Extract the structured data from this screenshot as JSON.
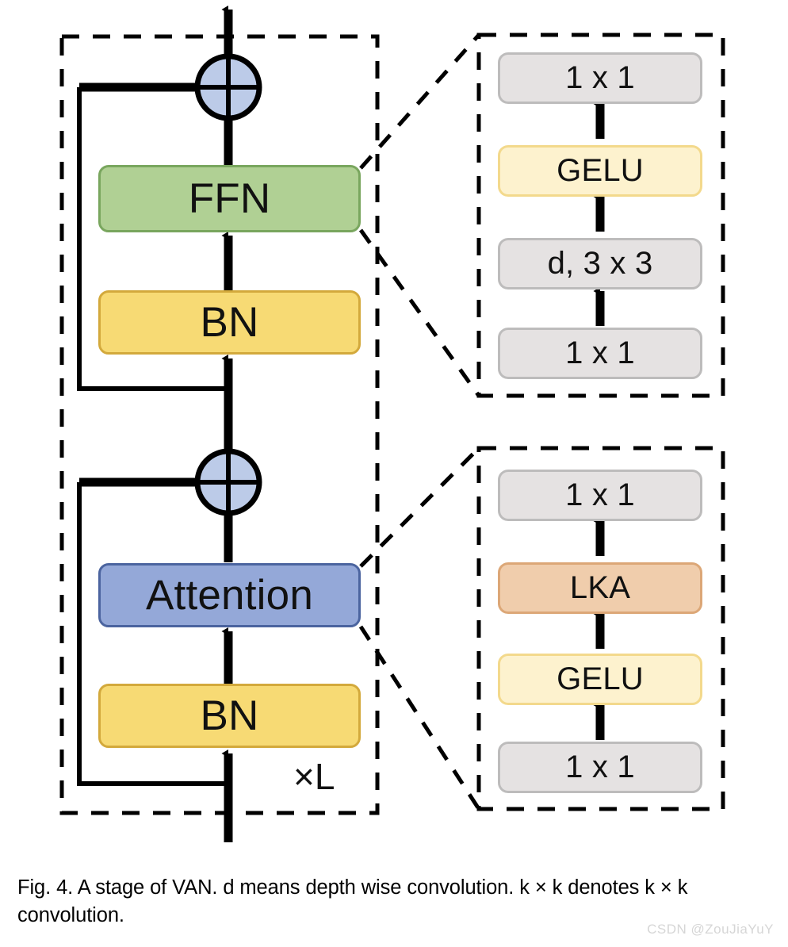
{
  "figure": {
    "caption": "Fig. 4. A stage of VAN. d means depth wise convolution. k × k denotes k × k convolution.",
    "watermark": "CSDN @ZouJiaYuY",
    "multiplier_label": "×L"
  },
  "colors": {
    "ffn_fill": "#b0d094",
    "ffn_stroke": "#79a65e",
    "bn_fill": "#f7da74",
    "bn_stroke": "#d3a93c",
    "attention_fill": "#94a8d8",
    "attention_stroke": "#4b649f",
    "gray_fill": "#e5e2e2",
    "gray_stroke": "#bdbcbc",
    "gelu_fill": "#fdf2ce",
    "gelu_stroke": "#f3d98c",
    "lka_fill": "#f0cdac",
    "lka_stroke": "#dca777",
    "sum_fill": "#bccbe8",
    "line": "#000000"
  },
  "main_stage": {
    "blocks": [
      {
        "id": "ffn",
        "label": "FFN"
      },
      {
        "id": "bn_top",
        "label": "BN"
      },
      {
        "id": "attention",
        "label": "Attention"
      },
      {
        "id": "bn_bottom",
        "label": "BN"
      }
    ],
    "sum_nodes": [
      {
        "id": "sum-top",
        "symbol": "+"
      },
      {
        "id": "sum-bottom",
        "symbol": "+"
      }
    ]
  },
  "ffn_detail": {
    "blocks": [
      {
        "id": "ffn-conv-out",
        "label": "1 x 1",
        "style": "gray"
      },
      {
        "id": "ffn-gelu",
        "label": "GELU",
        "style": "gelu"
      },
      {
        "id": "ffn-dwconv",
        "label": "d, 3 x 3",
        "style": "gray"
      },
      {
        "id": "ffn-conv-in",
        "label": "1 x 1",
        "style": "gray"
      }
    ]
  },
  "attention_detail": {
    "blocks": [
      {
        "id": "attn-conv-out",
        "label": "1 x 1",
        "style": "gray"
      },
      {
        "id": "attn-lka",
        "label": "LKA",
        "style": "lka"
      },
      {
        "id": "attn-gelu",
        "label": "GELU",
        "style": "gelu"
      },
      {
        "id": "attn-conv-in",
        "label": "1 x 1",
        "style": "gray"
      }
    ]
  }
}
